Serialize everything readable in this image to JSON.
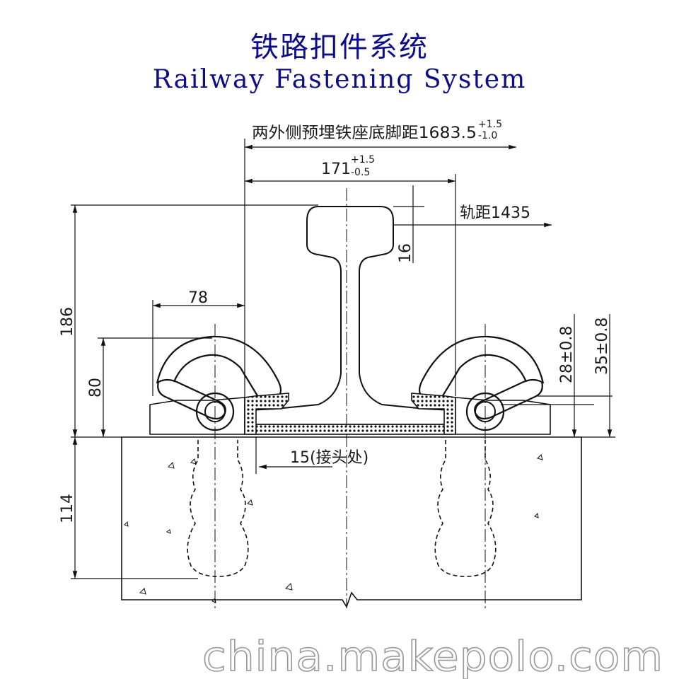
{
  "title": {
    "cn": "铁路扣件系统",
    "en": "Railway Fastening System"
  },
  "dimensions": {
    "base_spacing": {
      "label": "两外侧预埋铁座底脚距1683.5",
      "tol_plus": "+1.5",
      "tol_minus": "-1.0"
    },
    "inner_width": {
      "label": "171",
      "tol_plus": "+1.5",
      "tol_minus": "-0.5"
    },
    "gauge": "轨距1435",
    "head_offset": "16",
    "clip_width": "78",
    "total_height": "186",
    "clip_height": "80",
    "dim_28": "28±0.8",
    "dim_35": "35±0.8",
    "joint": "15(接头处)",
    "sleeper_depth": "114"
  },
  "watermark": "china.makepolo.com"
}
